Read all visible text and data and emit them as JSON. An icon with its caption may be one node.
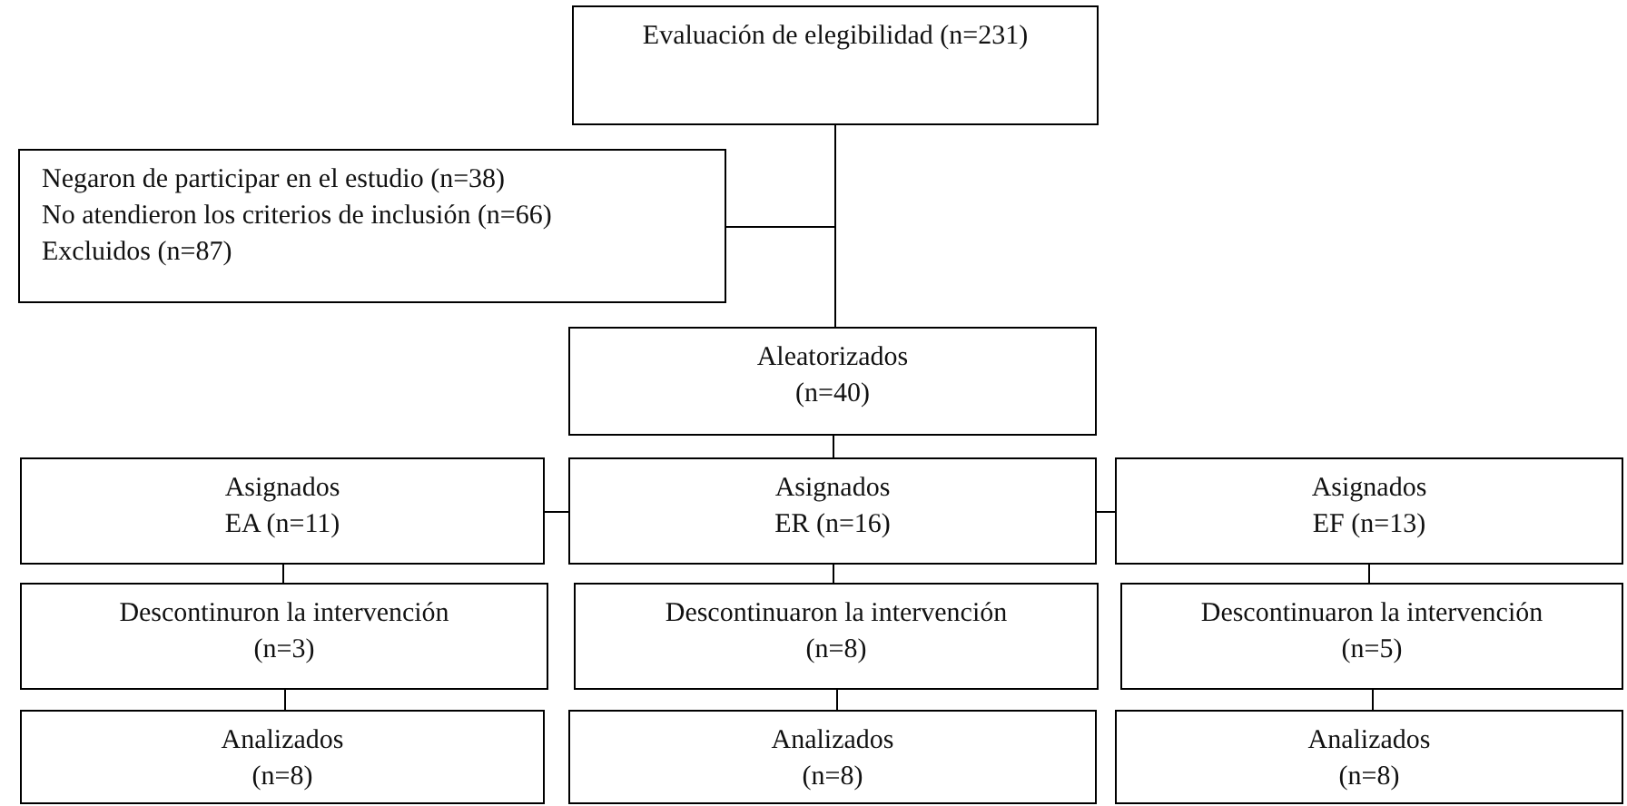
{
  "diagram": {
    "nodes": [
      {
        "text": [
          "Evaluación de elegibilidad (n=231)"
        ]
      },
      {
        "text": [
          "Negaron de participar en el estudio (n=38)",
          "No atendieron los criterios de inclusión (n=66)",
          "Excluidos (n=87)"
        ]
      },
      {
        "text": [
          "Aleatorizados",
          "(n=40)"
        ]
      },
      {
        "text": [
          "Asignados",
          "EA (n=11)"
        ]
      },
      {
        "text": [
          "Asignados",
          "ER (n=16)"
        ]
      },
      {
        "text": [
          "Asignados",
          "EF (n=13)"
        ]
      },
      {
        "text": [
          "Descontinuron la intervención",
          "(n=3)"
        ]
      },
      {
        "text": [
          "Descontinuaron la intervención",
          "(n=8)"
        ]
      },
      {
        "text": [
          "Descontinuaron la intervención",
          "(n=5)"
        ]
      },
      {
        "text": [
          "Analizados",
          "(n=8)"
        ]
      },
      {
        "text": [
          "Analizados",
          "(n=8)"
        ]
      },
      {
        "text": [
          "Analizados",
          "(n=8)"
        ]
      }
    ],
    "edges": [
      {
        "from": 0,
        "to": 1,
        "arrow": "none"
      },
      {
        "from": 0,
        "to": 2,
        "arrow": "none"
      },
      {
        "from": 2,
        "to": 4,
        "arrow": "none"
      },
      {
        "from": 4,
        "to": 3,
        "arrow": "none"
      },
      {
        "from": 4,
        "to": 5,
        "arrow": "none"
      },
      {
        "from": 3,
        "to": 6,
        "arrow": "none"
      },
      {
        "from": 4,
        "to": 7,
        "arrow": "none"
      },
      {
        "from": 5,
        "to": 8,
        "arrow": "none"
      },
      {
        "from": 6,
        "to": 9,
        "arrow": "none"
      },
      {
        "from": 7,
        "to": 10,
        "arrow": "none"
      },
      {
        "from": 8,
        "to": 11,
        "arrow": "none"
      }
    ]
  }
}
